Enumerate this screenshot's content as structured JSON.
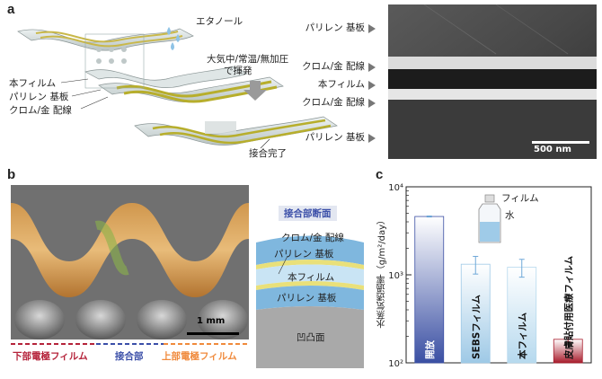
{
  "panel_a": {
    "letter": "a",
    "ethanol_label": "エタノール",
    "process_label_line1": "大気中/常温/無加圧",
    "process_label_line2": "で揮発",
    "left_labels": [
      "本フィルム",
      "パリレン 基板",
      "クロム/金 配線"
    ],
    "done_label": "接合完了",
    "sem_labels": [
      "パリレン 基板",
      "クロム/金 配線",
      "本フィルム",
      "クロム/金 配線",
      "パリレン 基板"
    ],
    "scale_bar": "500 nm"
  },
  "panel_b": {
    "letter": "b",
    "scale_bar": "1 mm",
    "bottom_labels": [
      "下部電極フィルム",
      "接合部",
      "上部電極フィルム"
    ],
    "cross_title": "接合部断面",
    "cross_labels": [
      "クロム/金 配線",
      "パリレン 基板",
      "本フィルム",
      "パリレン 基板",
      "凹凸面"
    ],
    "colors": {
      "red": "#b5233a",
      "blue": "#3b4fa8",
      "orange": "#f08a3c"
    }
  },
  "panel_c": {
    "letter": "c",
    "inset_labels": [
      "フィルム",
      "水"
    ]
  },
  "chart_data": {
    "type": "bar",
    "ylabel": "水蒸気透過率（g/m²/day）",
    "yscale": "log",
    "ylim": [
      100,
      10000
    ],
    "yticks": [
      "10⁴",
      "10³",
      "10²"
    ],
    "categories": [
      "開放",
      "SEBSフィルム",
      "本フィルム",
      "皮膚貼付用医療フィルム"
    ],
    "values": [
      4600,
      1320,
      1220,
      185
    ],
    "errors": [
      60,
      300,
      280,
      12
    ],
    "colors": [
      "#3a4fa3",
      "#9ec9e6",
      "#b6d9ee",
      "#a81c2c"
    ]
  }
}
